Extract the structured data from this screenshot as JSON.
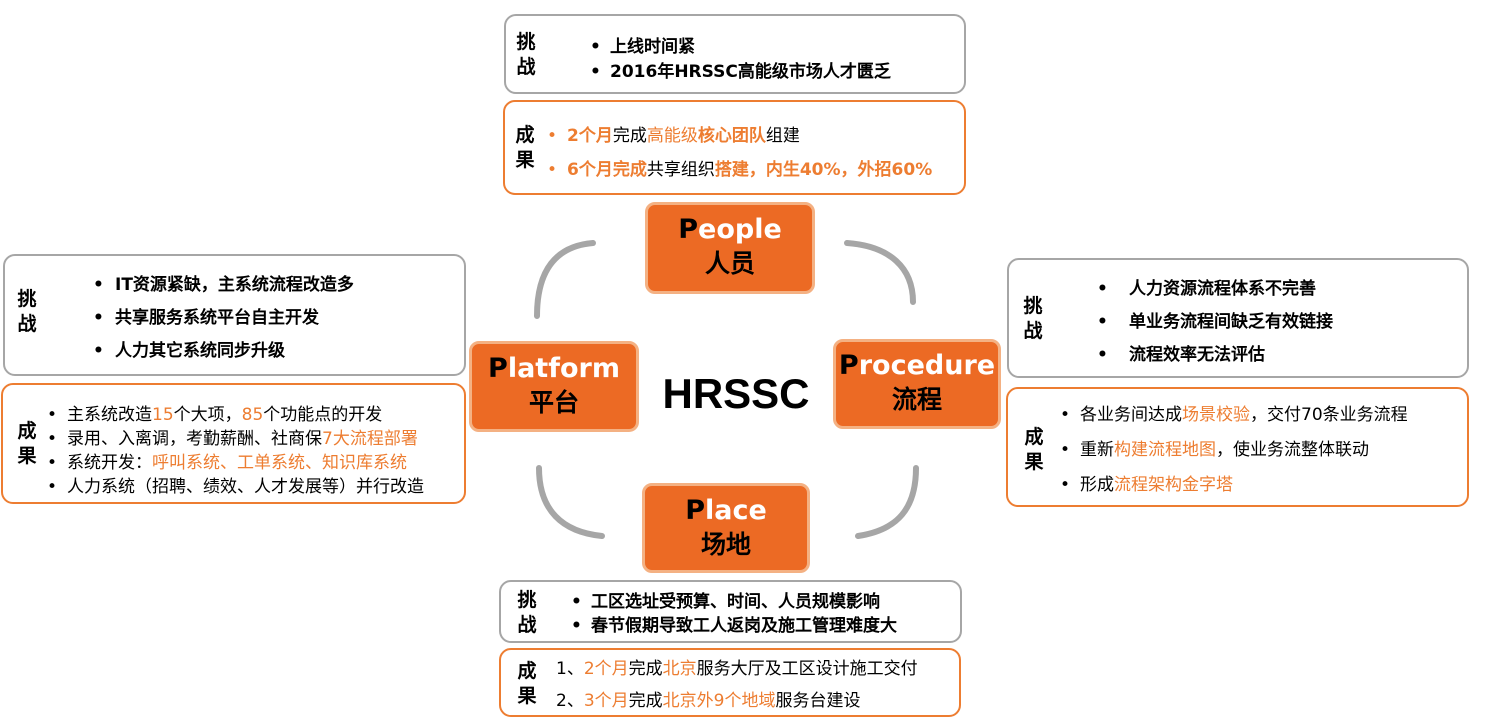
{
  "center_label": "HRSSC",
  "labels": {
    "challenge": [
      "挑",
      "战"
    ],
    "result": [
      "成",
      "果"
    ]
  },
  "colors": {
    "accent": "#ed7d31",
    "pillar_fill": "#ec6a24",
    "pillar_border": "#f4b183",
    "challenge_border": "#a6a6a6",
    "arc": "#a6a6a6"
  },
  "pillars": {
    "people": {
      "initial": "P",
      "rest": "eople",
      "cn": "人员"
    },
    "platform": {
      "initial": "P",
      "rest": "latform",
      "cn": "平台"
    },
    "procedure": {
      "initial": "P",
      "rest": "rocedure",
      "cn": "流程"
    },
    "place": {
      "initial": "P",
      "rest": "lace",
      "cn": "场地"
    }
  },
  "people": {
    "challenges": [
      "上线时间紧",
      "2016年HRSSC高能级市场人才匮乏"
    ],
    "results": [
      [
        {
          "t": "2个月",
          "s": "ob"
        },
        {
          "t": "完成",
          "s": ""
        },
        {
          "t": "高能级",
          "s": "o"
        },
        {
          "t": "核心团队",
          "s": "ob"
        },
        {
          "t": "组建",
          "s": ""
        }
      ],
      [
        {
          "t": "6个月完成",
          "s": "ob"
        },
        {
          "t": "共享组织",
          "s": ""
        },
        {
          "t": "搭建，内生40%，外招60%",
          "s": "ob"
        }
      ]
    ]
  },
  "platform": {
    "challenges": [
      "IT资源紧缺，主系统流程改造多",
      "共享服务系统平台自主开发",
      "人力其它系统同步升级"
    ],
    "results": [
      [
        {
          "t": "主系统改造",
          "s": ""
        },
        {
          "t": "15",
          "s": "o"
        },
        {
          "t": "个大项，",
          "s": ""
        },
        {
          "t": "85",
          "s": "o"
        },
        {
          "t": "个功能点的开发",
          "s": ""
        }
      ],
      [
        {
          "t": "录用、入离调，考勤薪酬、社商保",
          "s": ""
        },
        {
          "t": "7大流程部署",
          "s": "o"
        }
      ],
      [
        {
          "t": "系统开发：",
          "s": ""
        },
        {
          "t": "呼叫系统、工单系统、知识库系统",
          "s": "o"
        }
      ],
      [
        {
          "t": "人力系统（招聘、绩效、人才发展等）并行改造",
          "s": ""
        }
      ]
    ]
  },
  "procedure": {
    "challenges": [
      "人力资源流程体系不完善",
      "单业务流程间缺乏有效链接",
      "流程效率无法评估"
    ],
    "results": [
      [
        {
          "t": "各业务间达成",
          "s": ""
        },
        {
          "t": "场景校验",
          "s": "o"
        },
        {
          "t": "，交付70条业务流程",
          "s": ""
        }
      ],
      [
        {
          "t": "重新",
          "s": ""
        },
        {
          "t": "构建流程地图",
          "s": "o"
        },
        {
          "t": "，使业务流整体联动",
          "s": ""
        }
      ],
      [
        {
          "t": "形成",
          "s": ""
        },
        {
          "t": "流程架构金字塔",
          "s": "o"
        }
      ]
    ]
  },
  "place": {
    "challenges": [
      "工区选址受预算、时间、人员规模影响",
      "春节假期导致工人返岗及施工管理难度大"
    ],
    "results": [
      [
        {
          "t": "1、",
          "s": ""
        },
        {
          "t": "2个月",
          "s": "o"
        },
        {
          "t": "完成",
          "s": ""
        },
        {
          "t": "北京",
          "s": "o"
        },
        {
          "t": "服务大厅及工区设计施工交付",
          "s": ""
        }
      ],
      [
        {
          "t": "2、",
          "s": ""
        },
        {
          "t": "3个月",
          "s": "o"
        },
        {
          "t": "完成",
          "s": ""
        },
        {
          "t": "北京外9个地域",
          "s": "o"
        },
        {
          "t": "服务台建设",
          "s": ""
        }
      ]
    ]
  }
}
